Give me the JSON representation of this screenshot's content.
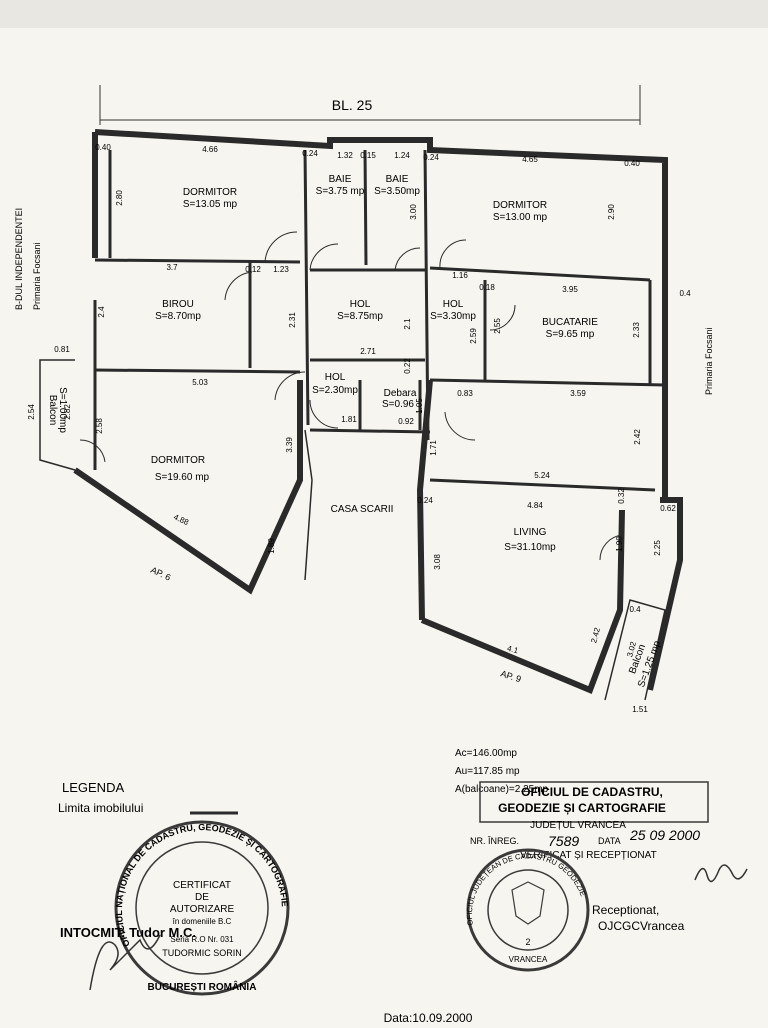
{
  "building": {
    "label": "BL. 25"
  },
  "street_labels": {
    "left_street": "B-DUL INDEPENDENTEI",
    "left_sub": "Primaria Focsani",
    "right_sub": "Primaria Focsani"
  },
  "rooms": [
    {
      "name": "DORMITOR",
      "area": "S=13.05 mp"
    },
    {
      "name": "BAIE",
      "area": "S=3.75 mp"
    },
    {
      "name": "BAIE",
      "area": "S=3.50mp"
    },
    {
      "name": "DORMITOR",
      "area": "S=13.00 mp"
    },
    {
      "name": "BIROU",
      "area": "S=8.70mp"
    },
    {
      "name": "HOL",
      "area": "S=8.75mp"
    },
    {
      "name": "HOL",
      "area": "S=3.30mp"
    },
    {
      "name": "BUCATARIE",
      "area": "S=9.65 mp"
    },
    {
      "name": "HOL",
      "area": "S=2.30mp"
    },
    {
      "name": "Debara",
      "area": "S=0.96"
    },
    {
      "name": "DORMITOR",
      "area": "S=19.60 mp"
    },
    {
      "name": "CASA SCARII",
      "area": ""
    },
    {
      "name": "LIVING",
      "area": "S=31.10mp"
    },
    {
      "name": "Balcon",
      "area": "S=1.00mp"
    },
    {
      "name": "Balcon",
      "area": "S=1.25 mp"
    }
  ],
  "dimensions": [
    "0.40",
    "4.66",
    "0.24",
    "1.32",
    "0.15",
    "1.24",
    "0.24",
    "4.65",
    "0.40",
    "2.80",
    "3.00",
    "2.90",
    "3.7",
    "0.12",
    "1.23",
    "1.16",
    "0.18",
    "3.95",
    "0.4",
    "2.4",
    "2.31",
    "2.1",
    "2.55",
    "2.59",
    "2.33",
    "0.81",
    "2.71",
    "0.22",
    "5.03",
    "1.05",
    "0.83",
    "3.59",
    "2.54",
    "2.82",
    "2.58",
    "1.81",
    "0.92",
    "3.39",
    "1.71",
    "2.42",
    "5.24",
    "0.24",
    "4.84",
    "0.32",
    "0.62",
    "4.88",
    "1.89",
    "3.08",
    "1.90",
    "2.25",
    "0.4",
    "2.42",
    "3.02",
    "4.1",
    "1.51"
  ],
  "neighbors": {
    "left": "AP. 6",
    "right": "AP. 9"
  },
  "areas": {
    "ac": "Ac=146.00mp",
    "au": "Au=117.85 mp",
    "abalcon": "A(balcoane)=2.25mp"
  },
  "legend": {
    "title": "LEGENDA",
    "item": "Limita imobilului"
  },
  "office_stamp": {
    "line1": "OFICIUL DE CADASTRU,",
    "line2": "GEODEZIE ȘI CARTOGRAFIE",
    "line3": "JUDEȚUL VRANCEA",
    "reg_label": "NR. ÎNREG.",
    "reg_value": "7589",
    "date_label": "DATA",
    "date_value": "25 09 2000",
    "verified": "VERIFICAT ȘI RECEPȚIONAT",
    "received": "Receptionat,",
    "received_by": "OJCGCVrancea"
  },
  "cert_stamp": {
    "ring_text": "OFICIUL NAȚIONAL DE CADASTRU, GEODEZIE ȘI CARTOGRAFIE",
    "bottom_text": "BUCUREȘTI ROMÂNIA",
    "center_lines": [
      "CERTIFICAT",
      "DE",
      "AUTORIZARE",
      "în domeniile B.C",
      "Seria R.O Nr. 031",
      "TUDORMIC SORIN"
    ]
  },
  "round_stamp": {
    "ring_text": "OFICIUL JUDEȚEAN DE CADASTRU GEODEZIE",
    "bottom_text": "VRANCEA",
    "number": "2"
  },
  "footer": {
    "prepared_by": "INTOCMIT: Tudor M.C.",
    "date": "Data:10.09.2000"
  },
  "colors": {
    "ink": "#2a2a2a",
    "paper": "#f7f5ef",
    "stamp": "#3a3a3a"
  }
}
